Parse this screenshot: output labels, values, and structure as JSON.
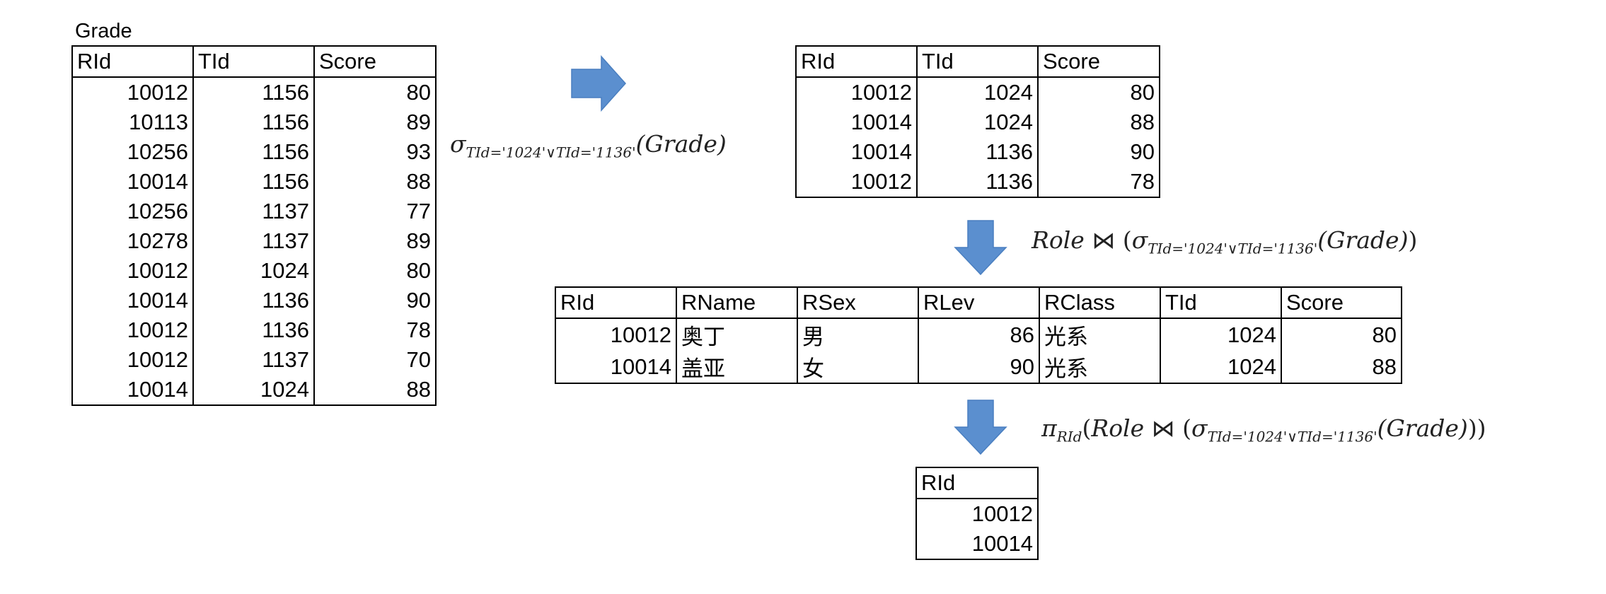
{
  "grade_table": {
    "caption": "Grade",
    "columns": [
      "RId",
      "TId",
      "Score"
    ],
    "rows": [
      [
        "10012",
        "1156",
        "80"
      ],
      [
        "10113",
        "1156",
        "89"
      ],
      [
        "10256",
        "1156",
        "93"
      ],
      [
        "10014",
        "1156",
        "88"
      ],
      [
        "10256",
        "1137",
        "77"
      ],
      [
        "10278",
        "1137",
        "89"
      ],
      [
        "10012",
        "1024",
        "80"
      ],
      [
        "10014",
        "1136",
        "90"
      ],
      [
        "10012",
        "1136",
        "78"
      ],
      [
        "10012",
        "1137",
        "70"
      ],
      [
        "10014",
        "1024",
        "88"
      ]
    ]
  },
  "selection_table": {
    "columns": [
      "RId",
      "TId",
      "Score"
    ],
    "rows": [
      [
        "10012",
        "1024",
        "80"
      ],
      [
        "10014",
        "1024",
        "88"
      ],
      [
        "10014",
        "1136",
        "90"
      ],
      [
        "10012",
        "1136",
        "78"
      ]
    ]
  },
  "join_table": {
    "columns": [
      "RId",
      "RName",
      "RSex",
      "RLev",
      "RClass",
      "TId",
      "Score"
    ],
    "rows": [
      [
        "10012",
        "奥丁",
        "男",
        "86",
        "光系",
        "1024",
        "80"
      ],
      [
        "10014",
        "盖亚",
        "女",
        "90",
        "光系",
        "1024",
        "88"
      ]
    ]
  },
  "projection_table": {
    "columns": [
      "RId"
    ],
    "rows": [
      [
        "10012"
      ],
      [
        "10014"
      ]
    ]
  },
  "expressions": {
    "selection": {
      "operator": "σ",
      "condition": "TId='1024'∨TId='1136'",
      "argument": "(Grade)"
    },
    "join": {
      "relation": "Role",
      "join_symbol": "⋈",
      "open": "(",
      "operator": "σ",
      "condition": "TId='1024'∨TId='1136'",
      "argument": "(Grade)",
      "close": ")"
    },
    "projection": {
      "operator": "π",
      "attribute": "RId",
      "open": "(",
      "relation": "Role",
      "join_symbol": "⋈",
      "inner_open": "(",
      "sel_operator": "σ",
      "condition": "TId='1024'∨TId='1136'",
      "argument": "(Grade)",
      "close": "))"
    }
  },
  "arrow_color": "#5b8fcf"
}
